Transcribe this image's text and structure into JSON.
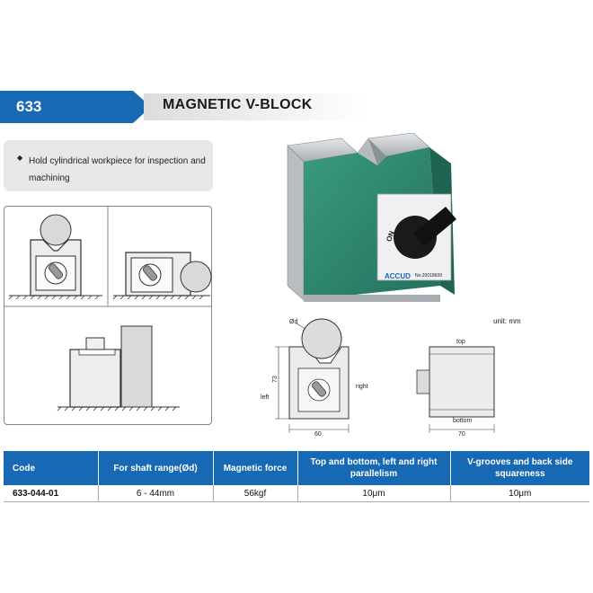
{
  "header": {
    "code": "633",
    "title": "MAGNETIC V-BLOCK"
  },
  "feature": {
    "text": "Hold cylindrical workpiece for inspection and machining"
  },
  "photo": {
    "switch_label": "ON",
    "brand": "ACCUD",
    "serial": "No.20018609"
  },
  "drawing": {
    "unit": "unit: mm",
    "diameter_label": "Ød",
    "height": "73",
    "width": "60",
    "length": "70",
    "left_label": "left",
    "right_label": "right",
    "top_label": "top",
    "bottom_label": "bottom"
  },
  "table": {
    "headers": [
      "Code",
      "For shaft range(Ød)",
      "Magnetic force",
      "Top and bottom, left and right parallelism",
      "V-grooves and back side squareness"
    ],
    "rows": [
      [
        "633-044-01",
        "6 - 44mm",
        "56kgf",
        "10μm",
        "10μm"
      ]
    ]
  },
  "colors": {
    "accent": "#1769b3",
    "block_green": "#2f8a73",
    "steel": "#c8ccd0"
  }
}
